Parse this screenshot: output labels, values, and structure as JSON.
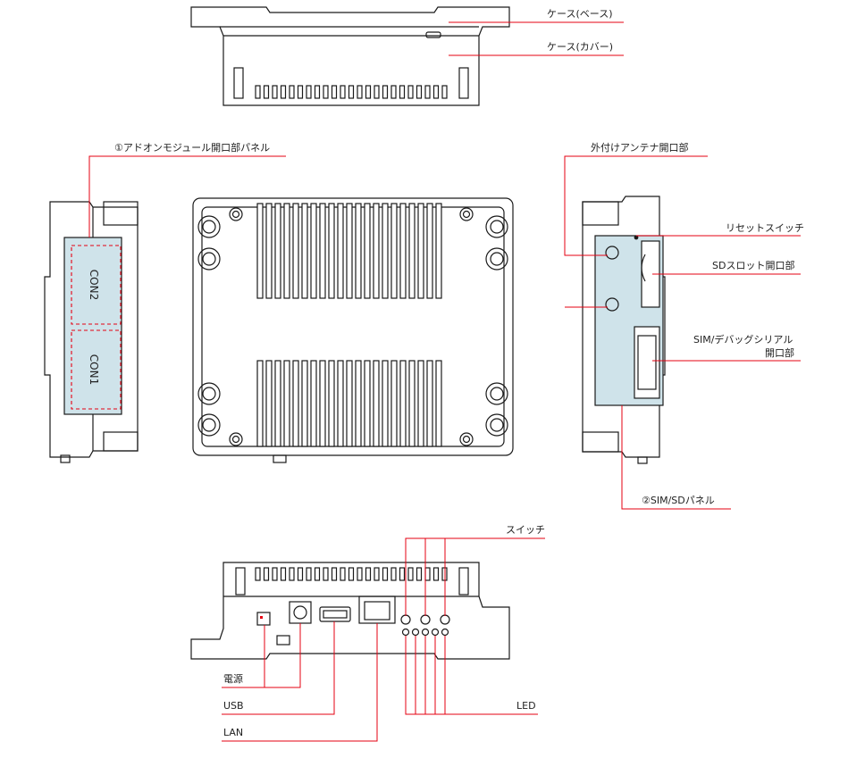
{
  "colors": {
    "leader": "#e60012",
    "outline": "#1a1a1a",
    "panel_fill": "#cfe3ea",
    "con_box": "#e60012"
  },
  "top_view": {
    "labels": {
      "case_base": "ケース(ベース)",
      "case_cover": "ケース(カバー)"
    }
  },
  "left_side_view": {
    "labels": {
      "addon_panel": "①アドオンモジュール開口部パネル"
    },
    "connectors": [
      "CON2",
      "CON1"
    ]
  },
  "bottom_view": {
    "labels": {}
  },
  "right_side_view": {
    "labels": {
      "antenna": "外付けアンテナ開口部",
      "reset_switch": "リセットスイッチ",
      "sd_slot": "SDスロット開口部",
      "sim_debug_line1": "SIM/デバッグシリアル",
      "sim_debug_line2": "開口部",
      "sim_sd_panel": "②SIM/SDパネル"
    }
  },
  "front_view": {
    "labels": {
      "switch": "スイッチ",
      "power": "電源",
      "usb": "USB",
      "lan": "LAN",
      "led": "LED"
    }
  }
}
